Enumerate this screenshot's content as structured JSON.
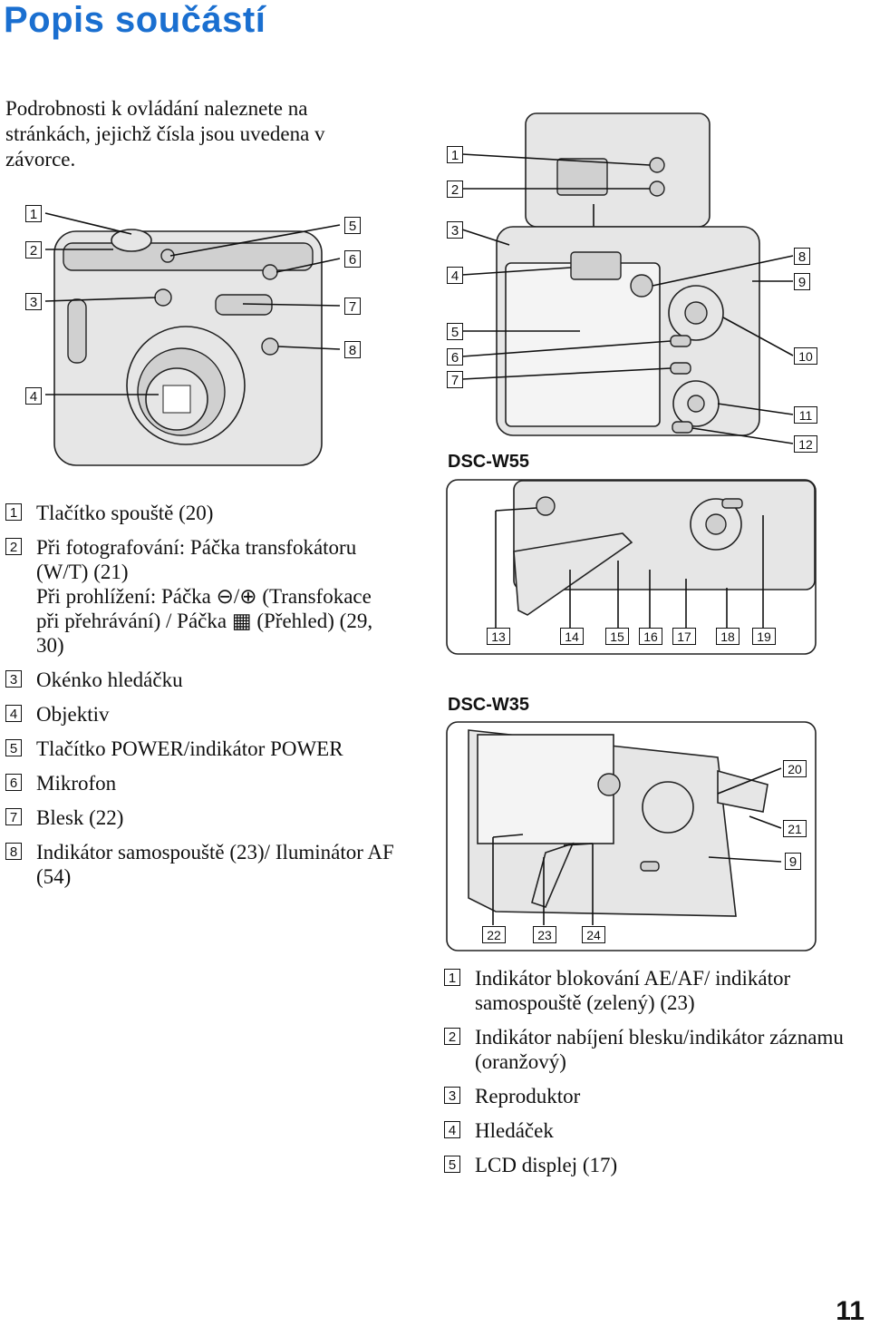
{
  "page_title": "Popis součástí",
  "intro": "Podrobnosti k ovládání naleznete na stránkách, jejichž čísla jsou uvedena v závorce.",
  "front_callouts": {
    "left": [
      "1",
      "2",
      "3",
      "4"
    ],
    "right": [
      "5",
      "6",
      "7",
      "8"
    ]
  },
  "front_list": [
    {
      "n": "1",
      "text": "Tlačítko spouště (20)"
    },
    {
      "n": "2",
      "text": "Při fotografování: Páčka transfokátoru (W/T) (21)\nPři prohlížení: Páčka ⊖/⊕ (Transfokace při přehrávání) / Páčka ▦ (Přehled) (29, 30)"
    },
    {
      "n": "3",
      "text": "Okénko hledáčku"
    },
    {
      "n": "4",
      "text": "Objektiv"
    },
    {
      "n": "5",
      "text": "Tlačítko POWER/indikátor POWER"
    },
    {
      "n": "6",
      "text": "Mikrofon"
    },
    {
      "n": "7",
      "text": "Blesk (22)"
    },
    {
      "n": "8",
      "text": "Indikátor samospouště (23)/ Iluminátor AF (54)"
    }
  ],
  "back_callouts": {
    "left": [
      "1",
      "2",
      "3",
      "4",
      "5",
      "6",
      "7"
    ],
    "right": [
      "8",
      "9",
      "10",
      "11",
      "12"
    ]
  },
  "model_w55": "DSC-W55",
  "bottom_callouts": [
    "13",
    "14",
    "15",
    "16",
    "17",
    "18",
    "19"
  ],
  "model_w35": "DSC-W35",
  "w35_callouts_right": [
    "20",
    "21",
    "9"
  ],
  "w35_callouts_bottom": [
    "22",
    "23",
    "24"
  ],
  "back_list": [
    {
      "n": "1",
      "text": "Indikátor blokování AE/AF/ indikátor samospouště (zelený) (23)"
    },
    {
      "n": "2",
      "text": "Indikátor nabíjení blesku/indikátor záznamu (oranžový)"
    },
    {
      "n": "3",
      "text": "Reproduktor"
    },
    {
      "n": "4",
      "text": "Hledáček"
    },
    {
      "n": "5",
      "text": "LCD displej (17)"
    }
  ],
  "page_number": "11"
}
